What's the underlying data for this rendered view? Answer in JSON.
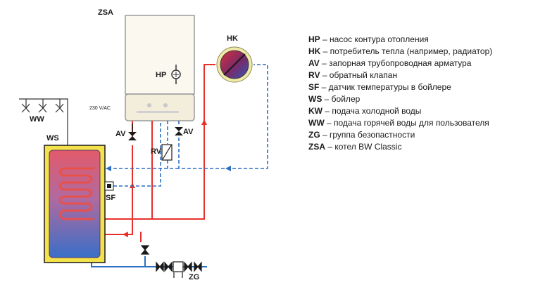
{
  "labels": {
    "zsa": "ZSA",
    "hk": "HK",
    "hp": "HP",
    "voltage": "230 V/AC",
    "av_left": "AV",
    "av_right": "AV",
    "rv": "RV",
    "ww": "WW",
    "ws": "WS",
    "sf": "SF",
    "zg": "ZG"
  },
  "legend": [
    {
      "code": "HP",
      "text": " – насос контура отопления"
    },
    {
      "code": "HK",
      "text": " – потребитель тепла (например, радиатор)"
    },
    {
      "code": "AV",
      "text": " – запорная трубопроводная арматура"
    },
    {
      "code": "RV",
      "text": " – обратный клапан"
    },
    {
      "code": "SF",
      "text": " – датчик температуры в бойлере"
    },
    {
      "code": "WS",
      "text": " – бойлер"
    },
    {
      "code": "KW",
      "text": " – подача холодной воды"
    },
    {
      "code": "WW",
      "text": " – подача горячей воды для пользователя"
    },
    {
      "code": "ZG",
      "text": " – группа безопастности"
    },
    {
      "code": "ZSA",
      "text": " – котел BW Classic"
    }
  ],
  "colors": {
    "hot_line": "#e8302a",
    "cold_line": "#2e6fc2",
    "boiler_outer": "#f2e6a0",
    "tank_yellow": "#f4e24a"
  }
}
